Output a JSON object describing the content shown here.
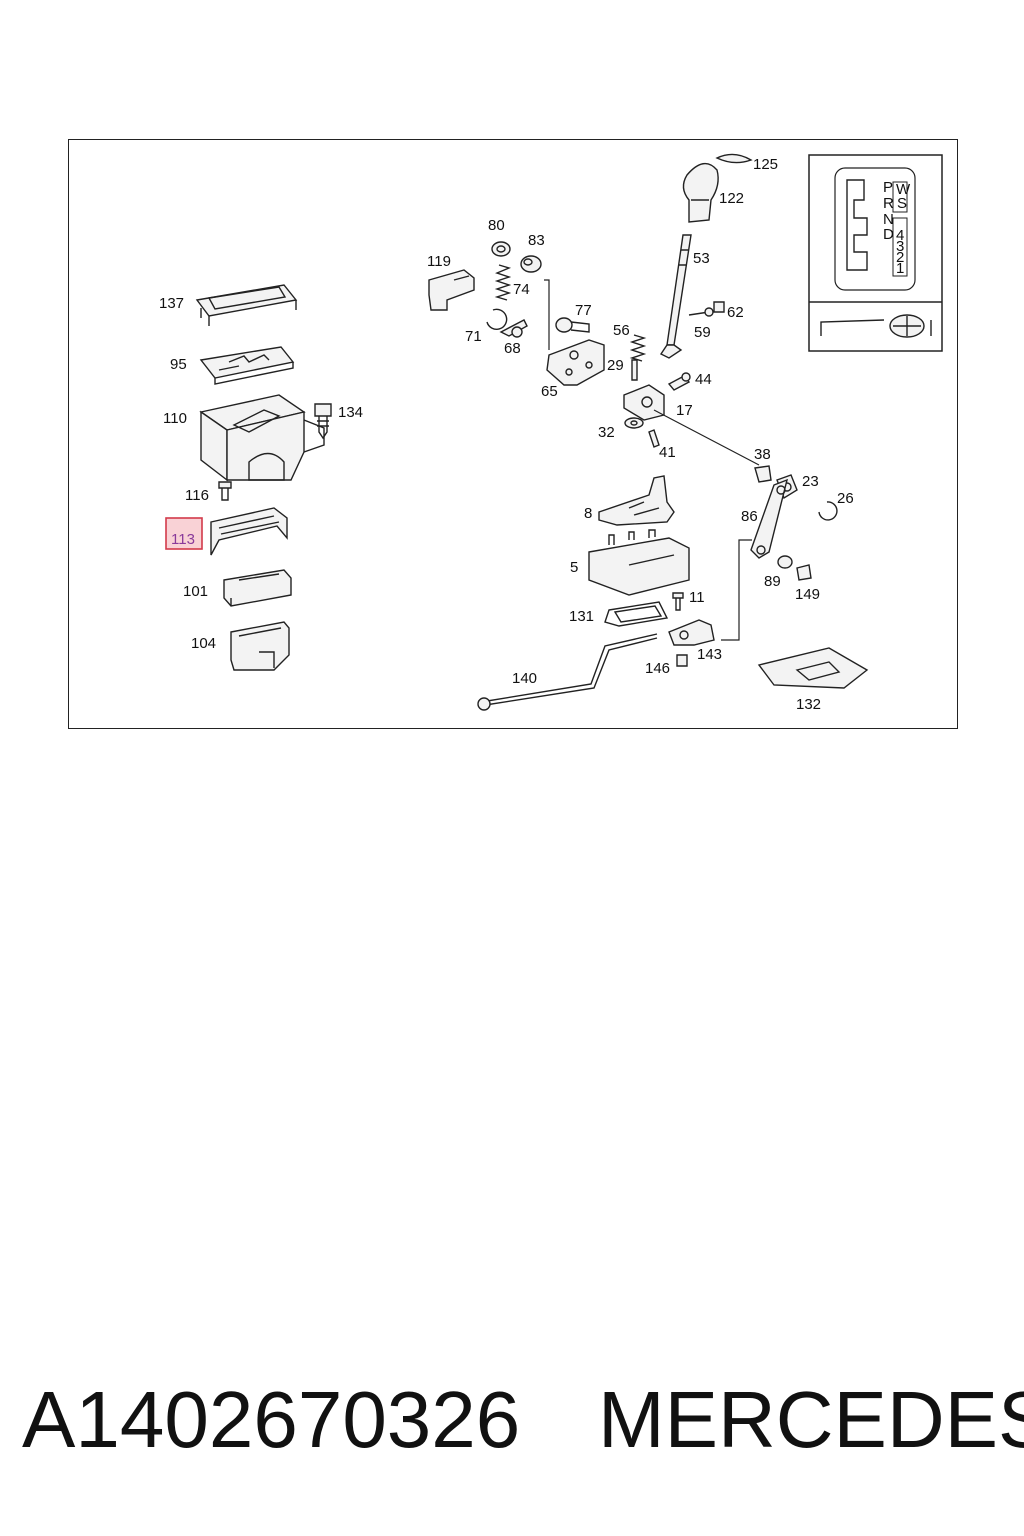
{
  "diagram": {
    "highlighted_label": "113",
    "labels": {
      "p137": "137",
      "p95": "95",
      "p110": "110",
      "p134": "134",
      "p116": "116",
      "p101": "101",
      "p104": "104",
      "p119": "119",
      "p80": "80",
      "p83": "83",
      "p74": "74",
      "p71": "71",
      "p68": "68",
      "p77": "77",
      "p65": "65",
      "p125": "125",
      "p122": "122",
      "p53": "53",
      "p62": "62",
      "p59": "59",
      "p56": "56",
      "p29": "29",
      "p44": "44",
      "p17": "17",
      "p32": "32",
      "p41": "41",
      "p38": "38",
      "p23": "23",
      "p26": "26",
      "p86": "86",
      "p89": "89",
      "p149": "149",
      "p8": "8",
      "p5": "5",
      "p11": "11",
      "p131": "131",
      "p140": "140",
      "p146": "146",
      "p143": "143",
      "p132": "132"
    },
    "inset": {
      "gear_letters": [
        "P",
        "R",
        "N",
        "D",
        "4",
        "3",
        "2",
        "1"
      ],
      "mode_letters": [
        "W",
        "S"
      ]
    }
  },
  "footer": {
    "part_number": "A1402670326",
    "brand": "MERCEDES"
  }
}
